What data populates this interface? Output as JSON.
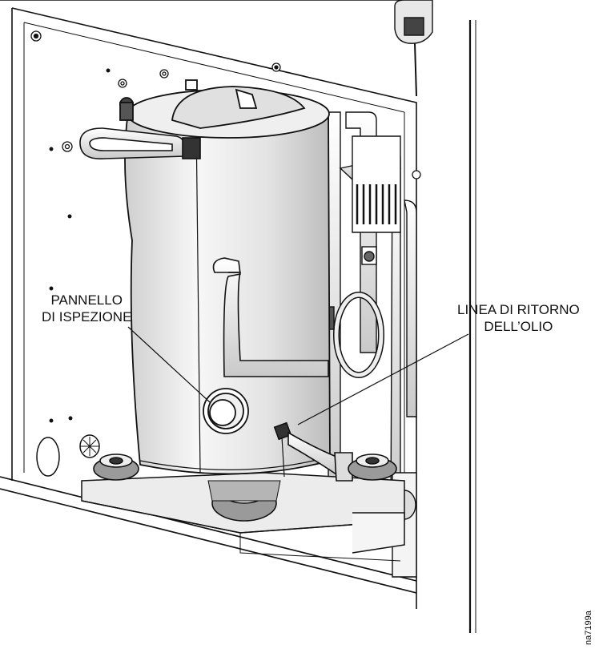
{
  "labels": {
    "inspection_panel": [
      "PANNELLO",
      "DI ISPEZIONE"
    ],
    "oil_return_line": [
      "LINEA DI RITORNO",
      "DELL’OLIO"
    ]
  },
  "figure_id": "na7199a",
  "colors": {
    "line": "#111111",
    "shade": "#d9d9d9",
    "light": "#f2f2f2",
    "dark": "#333333"
  }
}
